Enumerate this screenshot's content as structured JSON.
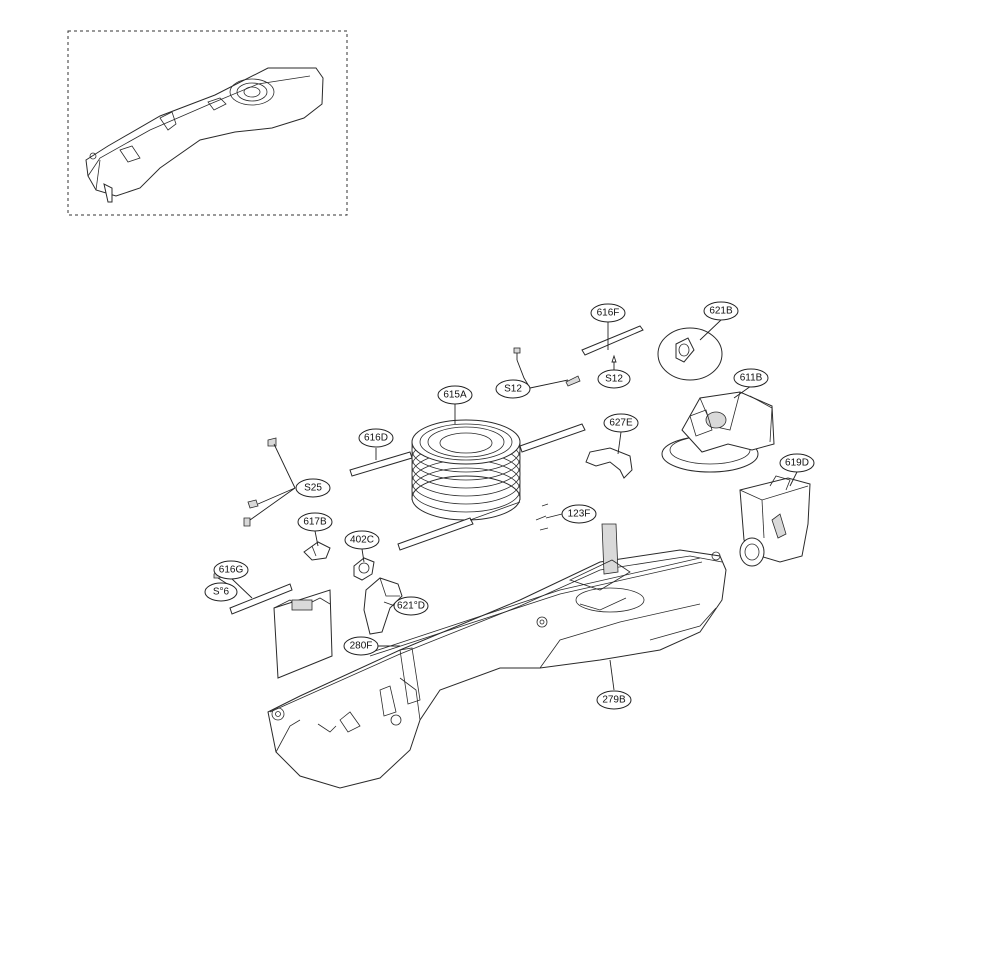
{
  "diagram": {
    "callouts": [
      {
        "id": "621B",
        "label": "621B"
      },
      {
        "id": "616F",
        "label": "616F"
      },
      {
        "id": "S12a",
        "label": "S12"
      },
      {
        "id": "S12b",
        "label": "S12"
      },
      {
        "id": "611B",
        "label": "611B"
      },
      {
        "id": "615A",
        "label": "615A"
      },
      {
        "id": "616D",
        "label": "616D"
      },
      {
        "id": "627E",
        "label": "627E"
      },
      {
        "id": "619D",
        "label": "619D"
      },
      {
        "id": "S25",
        "label": "S25"
      },
      {
        "id": "123F",
        "label": "123F"
      },
      {
        "id": "617B",
        "label": "617B"
      },
      {
        "id": "402C",
        "label": "402C"
      },
      {
        "id": "616G",
        "label": "616G"
      },
      {
        "id": "S16",
        "label": "S°6"
      },
      {
        "id": "621D",
        "label": "621°D"
      },
      {
        "id": "280F",
        "label": "280F"
      },
      {
        "id": "279B",
        "label": "279B"
      }
    ]
  }
}
